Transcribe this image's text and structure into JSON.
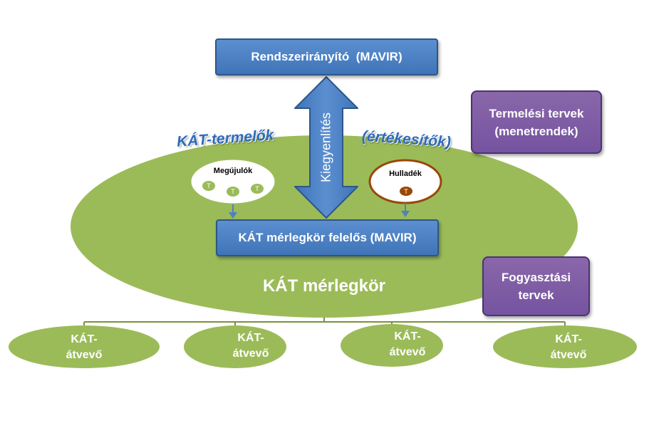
{
  "nodes": {
    "system_operator": "Rendszerirányító  (MAVIR)",
    "balancing_responsible": "KÁT mérlegkör felelős (MAVIR)",
    "balancing_group": "KÁT mérlegkör",
    "production_plans": "Termelési tervek (menetrendek)",
    "consumption_plans": "Fogyasztási tervek",
    "producers_label": "KÁT-termelők",
    "sellers_label": "(értékesítők)",
    "renewables": "Megújulók",
    "waste": "Hulladék",
    "balancing_arrow": "Kiegyenlítés",
    "producer_icon_letter": "T"
  },
  "receivers": [
    {
      "line1": "KÁT-",
      "line2": "átvevő"
    },
    {
      "line1": "KÁT-",
      "line2": "átvevő"
    },
    {
      "line1": "KÁT-",
      "line2": "átvevő"
    },
    {
      "line1": "KÁT-",
      "line2": "átvevő"
    }
  ],
  "colors": {
    "ellipse_green": "#9bbb59",
    "blue_box": "#4f81bd",
    "purple_box": "#8064a2",
    "waste_brown": "#984807"
  }
}
